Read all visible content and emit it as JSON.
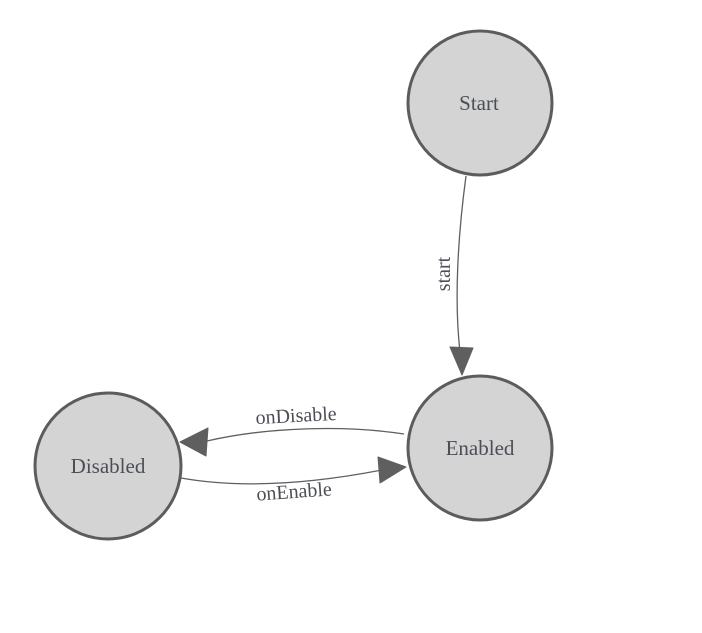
{
  "diagram": {
    "type": "state-machine",
    "background_color": "#ffffff",
    "node_fill_color": "#d4d4d4",
    "node_border_color": "#5c5c5c",
    "edge_color": "#5f5f5f",
    "label_color": "#4b4f55",
    "nodes": [
      {
        "label": "Start"
      },
      {
        "label": "Enabled"
      },
      {
        "label": "Disabled"
      }
    ],
    "edges": [
      {
        "from": "Start",
        "to": "Enabled",
        "label": "start"
      },
      {
        "from": "Enabled",
        "to": "Disabled",
        "label": "onDisable"
      },
      {
        "from": "Disabled",
        "to": "Enabled",
        "label": "onEnable"
      }
    ]
  }
}
